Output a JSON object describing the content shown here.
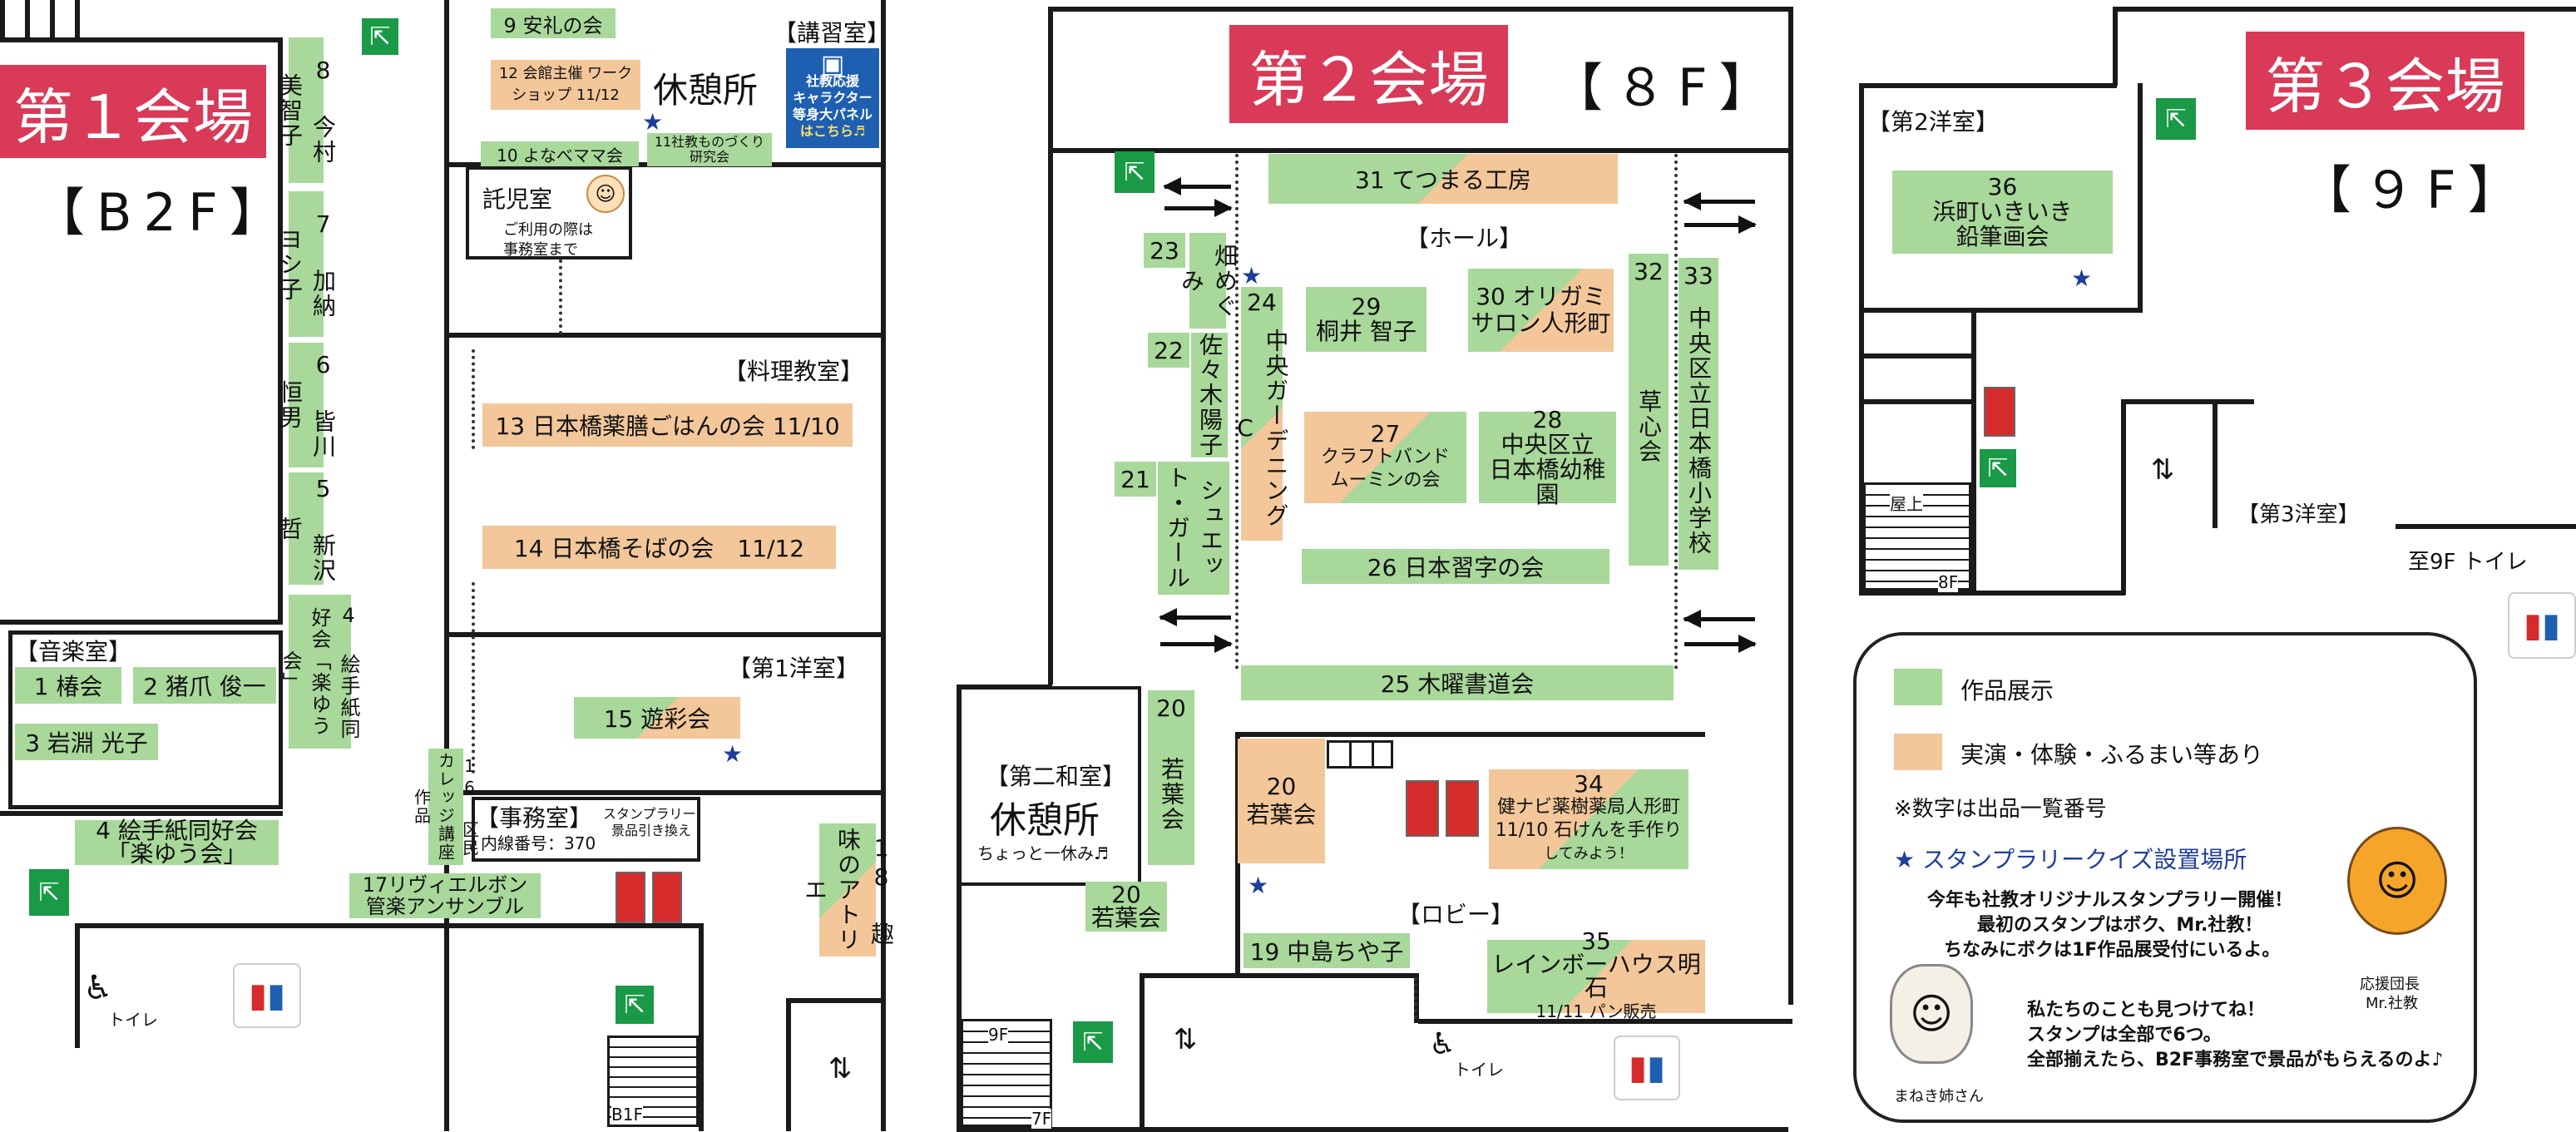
{
  "colors": {
    "exhibit": "#a8d89a",
    "demo": "#f3c79a",
    "title_bg": "#d83a58",
    "star": "#1e3e9c"
  },
  "venue1": {
    "title": "第１会場",
    "floor": "【B2F】",
    "rooms": {
      "music": "【音楽室】",
      "lecture": "【講習室】",
      "cooking": "【料理教室】",
      "western1": "【第1洋室】",
      "office": "【事務室】",
      "office_ext": "内線番号：370",
      "stamp_prize": "スタンプラリー",
      "stamp_prize2": "景品引き換え",
      "nursery": "託児室",
      "nursery_note1": "ご利用の際は",
      "nursery_note2": "事務室まで",
      "rest": "休憩所",
      "toilet": "トイレ",
      "floor_b1": "B1F"
    },
    "exhibits": {
      "e1": "1 椿会",
      "e2": "2 猪爪 俊一",
      "e3": "3 岩淵 光子",
      "e4": "4 絵手紙同好会",
      "e4b": "「楽ゆう会」",
      "e4v": "4 絵手紙同好会「楽ゆう会」",
      "e5": "5 新沢 哲",
      "e6": "6 皆川 恒男",
      "e7": "7 加納 ヨシ子",
      "e8": "8 今村 美智子",
      "e9": "9 安礼の会",
      "e10": "10 よなべママ会",
      "e11a": "11社教ものづくり",
      "e11b": "研究会",
      "e12a": "12 会館主催 ワーク",
      "e12b": "ショップ 11/12",
      "e13": "13 日本橋薬膳ごはんの会 11/10",
      "e14": "14 日本橋そばの会　11/12",
      "e15": "15 遊彩会",
      "e16": "16 区民カレッジ講座作品",
      "e17a": "17リヴィエルボン",
      "e17b": "管楽アンサンブル",
      "e18": "18 趣味のアトリエ"
    },
    "panel": {
      "line1": "社教応援",
      "line2": "キャラクター",
      "line3": "等身大パネル",
      "line4": "はこちら♬"
    }
  },
  "venue2": {
    "title": "第２会場",
    "floor": "【８F】",
    "rooms": {
      "hall": "【ホール】",
      "lobby": "【ロビー】",
      "washitsu": "【第二和室】",
      "rest": "休憩所",
      "rest_note": "ちょっと一休み♬",
      "toilet": "トイレ",
      "f9": "9F",
      "f7": "7F"
    },
    "exhibits": {
      "e19": "19 中島ちや子",
      "e20a": "20",
      "e20b": "若葉会",
      "e20c": "20 若葉会",
      "e21n": "21",
      "e21": "シュエット・ガール",
      "e22n": "22",
      "e22": "佐々木陽子",
      "e23n": "23",
      "e23": "畑めぐみ",
      "e24n": "24",
      "e24": "中央ガーデニングC",
      "e25": "25 木曜書道会",
      "e26": "26 日本習字の会",
      "e27n": "27",
      "e27a": "クラフトバンド",
      "e27b": "ムーミンの会",
      "e28n": "28",
      "e28a": "中央区立",
      "e28b": "日本橋幼稚園",
      "e29n": "29",
      "e29": "桐井 智子",
      "e30a": "30 オリガミ",
      "e30b": "サロン人形町",
      "e31": "31 てつまる工房",
      "e32n": "32",
      "e32": "草心会",
      "e33n": "33",
      "e33": "中央区立日本橋小学校",
      "e34n": "34",
      "e34a": "健ナビ薬樹薬局人形町",
      "e34b": "11/10 石けんを手作り",
      "e34c": "してみよう！",
      "e35n": "35",
      "e35a": "レインボーハウス明石",
      "e35b": "11/11 パン販売"
    }
  },
  "venue3": {
    "title": "第３会場",
    "floor": "【９F】",
    "rooms": {
      "western2": "【第2洋室】",
      "western3": "【第3洋室】",
      "toilet": "至9F トイレ",
      "up": "屋上",
      "down": "8F"
    },
    "exhibits": {
      "e36n": "36",
      "e36a": "浜町いきいき",
      "e36b": "鉛筆画会"
    }
  },
  "legend": {
    "exhibit": "作品展示",
    "demo": "実演・体験・ふるまい等あり",
    "note": "※数字は出品一覧番号",
    "stamp": "★ スタンプラリークイズ設置場所",
    "msg1": "今年も社教オリジナルスタンプラリー開催！",
    "msg2": "最初のスタンプはボク、Mr.社教！",
    "msg3": "ちなみにボクは1F作品展受付にいるよ。",
    "msg4": "私たちのことも見つけてね！",
    "msg5": "スタンプは全部で6つ。",
    "msg6": "全部揃えたら、B2F事務室で景品がもらえるのよ♪",
    "mr1": "応援団長",
    "mr2": "Mr.社教",
    "cat": "まねき姉さん"
  }
}
